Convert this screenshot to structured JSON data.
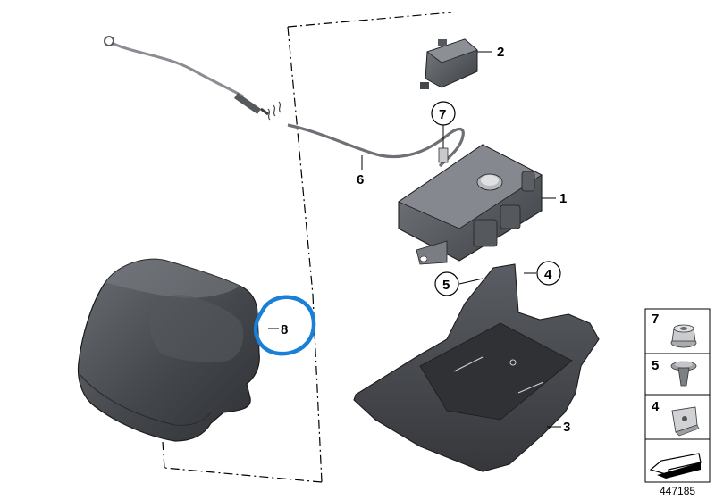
{
  "callouts": {
    "c1": "1",
    "c2": "2",
    "c3": "3",
    "c4": "4",
    "c5": "5",
    "c6": "6",
    "c7": "7",
    "c8": "8"
  },
  "legend": {
    "items": [
      {
        "number": "7",
        "icon": "flange-nut-icon"
      },
      {
        "number": "5",
        "icon": "expanding-rivet-icon"
      },
      {
        "number": "4",
        "icon": "clip-nut-icon"
      }
    ],
    "arrow_icon": "page-arrow-icon"
  },
  "diagram_id": "447185",
  "colors": {
    "highlight": "#1a7fd6",
    "part_dark": "#3f4247",
    "part_mid": "#5d6066",
    "outline": "#000000"
  }
}
